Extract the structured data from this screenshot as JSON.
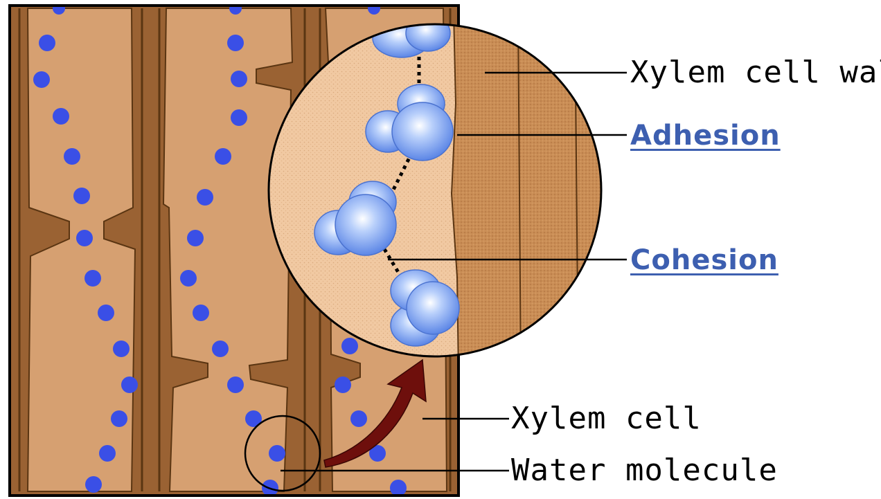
{
  "labels": {
    "xylem_cell_wall": "Xylem cell wall",
    "adhesion": "Adhesion",
    "cohesion": "Cohesion",
    "xylem_cell": "Xylem cell",
    "water_molecule": "Water molecule"
  },
  "colors": {
    "wall": "#9a6233",
    "wall_dark": "#5a3512",
    "cell_fill": "#d6a071",
    "magnified_bg": "#f1c9a2",
    "magnified_wall": "#c88b52",
    "water_dot": "#3a4fe6",
    "molecule": "#8fb3f5",
    "arrow": "#6e0f0c",
    "link": "#3d5fb0"
  }
}
